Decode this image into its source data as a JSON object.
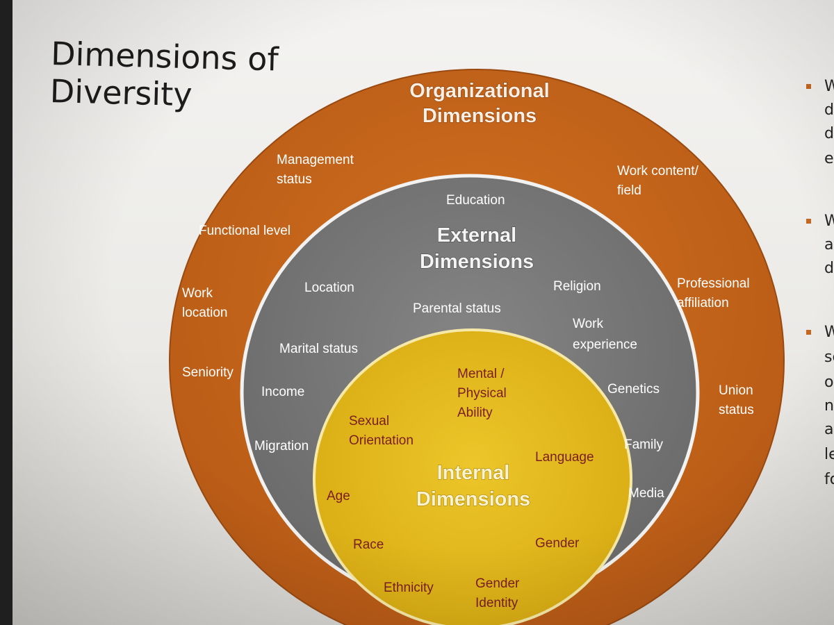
{
  "title": [
    "Dimensions of",
    "Diversity"
  ],
  "colors": {
    "organizational": "#c8661e",
    "external": "#7a7a7a",
    "internal": "#e3bb1e",
    "bullet": "#c8661e"
  },
  "diagram": {
    "organizational": {
      "heading": [
        "Organizational",
        "Dimensions"
      ],
      "items": [
        [
          "Management",
          "status"
        ],
        [
          "Work content/",
          "field"
        ],
        [
          "Functional level"
        ],
        [
          "Work",
          "location"
        ],
        [
          "Professional",
          "affiliation"
        ],
        [
          "Seniority"
        ],
        [
          "Union",
          "status"
        ]
      ]
    },
    "external": {
      "heading": [
        "External",
        "Dimensions"
      ],
      "items": [
        [
          "Education"
        ],
        [
          "Location"
        ],
        [
          "Religion"
        ],
        [
          "Parental status"
        ],
        [
          "Work",
          "experience"
        ],
        [
          "Marital status"
        ],
        [
          "Income"
        ],
        [
          "Genetics"
        ],
        [
          "Migration"
        ],
        [
          "Family"
        ],
        [
          "Media"
        ]
      ]
    },
    "internal": {
      "heading": [
        "Internal",
        "Dimensions"
      ],
      "items": [
        [
          "Mental /",
          "Physical",
          "Ability"
        ],
        [
          "Sexual",
          "Orientation"
        ],
        [
          "Language"
        ],
        [
          "Age"
        ],
        [
          "Race"
        ],
        [
          "Gender"
        ],
        [
          "Ethnicity"
        ],
        [
          "Gender",
          "Identity"
        ]
      ]
    }
  },
  "side_bullets": [
    [
      "W",
      "d",
      "d",
      "e"
    ],
    [
      "W",
      "a",
      "d"
    ],
    [
      "W",
      "sc",
      "ot",
      "ne",
      "ar",
      "lea",
      "fo"
    ]
  ]
}
